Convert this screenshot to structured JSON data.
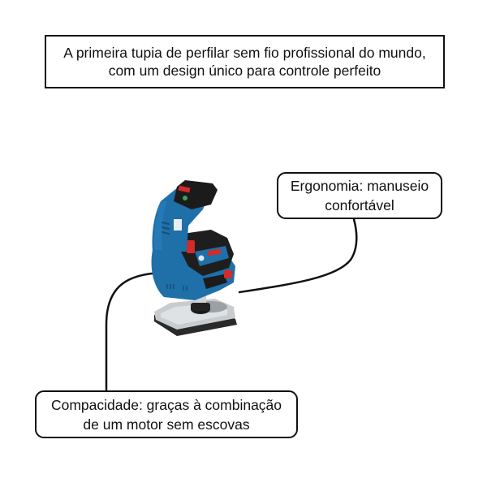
{
  "title_box": {
    "line1": "A primeira tupia de perfilar sem fio profissional do mundo,",
    "line2": "com um design único para controle perfeito"
  },
  "callouts": [
    {
      "id": "ergonomia",
      "line1": "Ergonomia: manuseio",
      "line2": "confortável"
    },
    {
      "id": "compacidade",
      "line1": "Compacidade: graças à combinação",
      "line2": "de um motor sem escovas"
    }
  ],
  "product": {
    "name": "cordless-palm-router-illustration",
    "colors": {
      "body_blue": "#1f6fa8",
      "body_dark_blue": "#184f7a",
      "battery_black": "#1b1b1b",
      "accent_red": "#d42a2a",
      "base_silver": "#c9cccf",
      "base_dark": "#2a2a2a"
    }
  },
  "colors": {
    "border": "#111111",
    "background": "#ffffff",
    "text": "#111111"
  }
}
